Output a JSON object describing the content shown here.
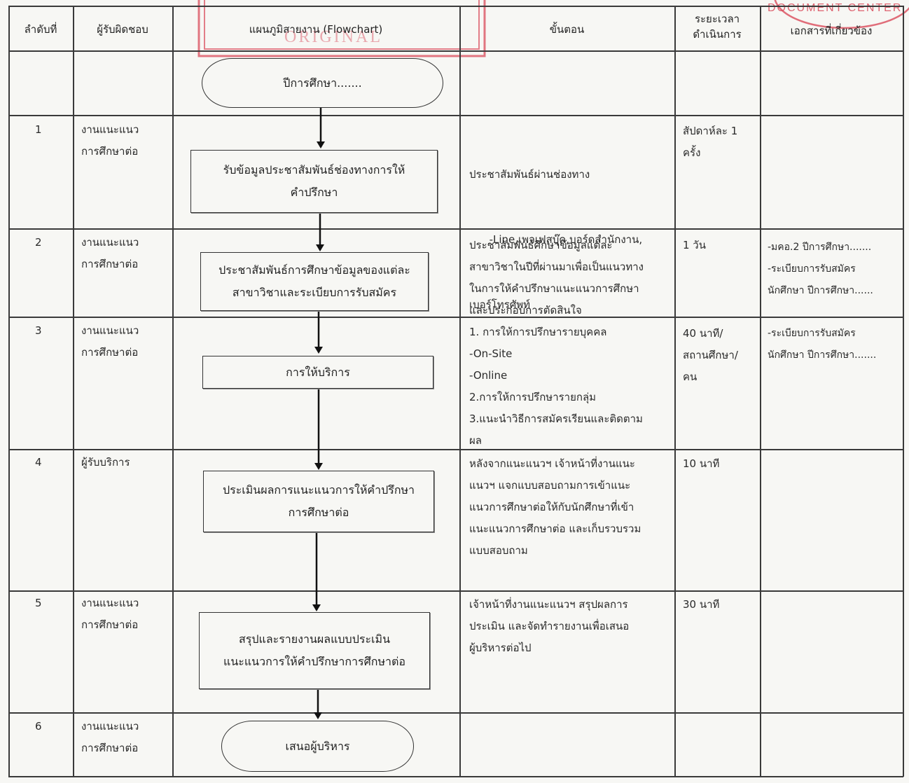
{
  "headers": {
    "seq": "ลำดับที่",
    "responsible": "ผู้รับผิดชอบ",
    "flowchart": "แผนภูมิสายงาน (Flowchart)",
    "procedure": "ขั้นตอน",
    "duration_1": "ระยะเวลา",
    "duration_2": "ดำเนินการ",
    "documents": "เอกสารที่เกี่ยวข้อง"
  },
  "stamps": {
    "left_text": "ORIGINAL",
    "right_text": "DOCUMENT CENTER",
    "color": "#d94a5a"
  },
  "flow": {
    "start": "ปีการศึกษา.......",
    "step1": [
      "รับข้อมูลประชาสัมพันธ์ช่องทางการให้",
      "คำปรึกษา"
    ],
    "step2": [
      "ประชาสัมพันธ์การศึกษาข้อมูลของแต่ละ",
      "สาขาวิชาและระเบียบการรับสมัคร"
    ],
    "step3": [
      "การให้บริการ"
    ],
    "step4": [
      "ประเมินผลการแนะแนวการให้คำปรึกษา",
      "การศึกษาต่อ"
    ],
    "step5": [
      "สรุปและรายงานผลแบบประเมิน",
      "แนะแนวการให้คำปรึกษาการศึกษาต่อ"
    ],
    "end": "เสนอผู้บริหาร"
  },
  "rows": [
    {
      "seq": "1",
      "responsible": [
        "งานแนะแนว",
        "การศึกษาต่อ"
      ],
      "procedure": [
        "ประชาสัมพันธ์ผ่านช่องทาง",
        "      -Line,เพจเฟสบุ๊ค,บอร์ดสำนักงาน,",
        "เบอร์โทรศัพท์"
      ],
      "duration": [
        "สัปดาห์ละ 1",
        "ครั้ง"
      ],
      "documents": []
    },
    {
      "seq": "2",
      "responsible": [
        "งานแนะแนว",
        "การศึกษาต่อ"
      ],
      "procedure": [
        "ประชาสัมพันธ์ศึกษาข้อมูลแต่ละ",
        "สาขาวิชาในปีที่ผ่านมาเพื่อเป็นแนวทาง",
        "ในการให้คำปรึกษาแนะแนวการศึกษา",
        "และประกอบการตัดสินใจ"
      ],
      "duration": [
        "1 วัน"
      ],
      "documents": [
        "-มคอ.2 ปีการศึกษา.......",
        "-ระเบียบการรับสมัคร",
        "นักศึกษา ปีการศึกษา......"
      ]
    },
    {
      "seq": "3",
      "responsible": [
        "งานแนะแนว",
        "การศึกษาต่อ"
      ],
      "procedure": [
        "1. การให้การปรึกษารายบุคคล",
        "-On-Site",
        "-Online",
        "2.การให้การปรึกษารายกลุ่ม",
        "3.แนะนำวิธีการสมัครเรียนและติดตาม",
        "ผล"
      ],
      "duration": [
        "40 นาที/",
        "สถานศึกษา/",
        "คน"
      ],
      "documents": [
        "-ระเบียบการรับสมัคร",
        "นักศึกษา ปีการศึกษา......."
      ]
    },
    {
      "seq": "4",
      "responsible": [
        "ผู้รับบริการ"
      ],
      "procedure": [
        "หลังจากแนะแนวฯ เจ้าหน้าที่งานแนะ",
        "แนวฯ แจกแบบสอบถามการเข้าแนะ",
        "แนวการศึกษาต่อให้กับนักศึกษาที่เข้า",
        "แนะแนวการศึกษาต่อ และเก็บรวบรวม",
        "แบบสอบถาม"
      ],
      "duration": [
        "10 นาที"
      ],
      "documents": []
    },
    {
      "seq": "5",
      "responsible": [
        "งานแนะแนว",
        "การศึกษาต่อ"
      ],
      "procedure": [
        "เจ้าหน้าที่งานแนะแนวฯ สรุปผลการ",
        "ประเมิน และจัดทำรายงานเพื่อเสนอ",
        "ผู้บริหารต่อไป"
      ],
      "duration": [
        "30 นาที"
      ],
      "documents": []
    },
    {
      "seq": "6",
      "responsible": [
        "งานแนะแนว",
        "การศึกษาต่อ"
      ],
      "procedure": [],
      "duration": [],
      "documents": []
    }
  ]
}
